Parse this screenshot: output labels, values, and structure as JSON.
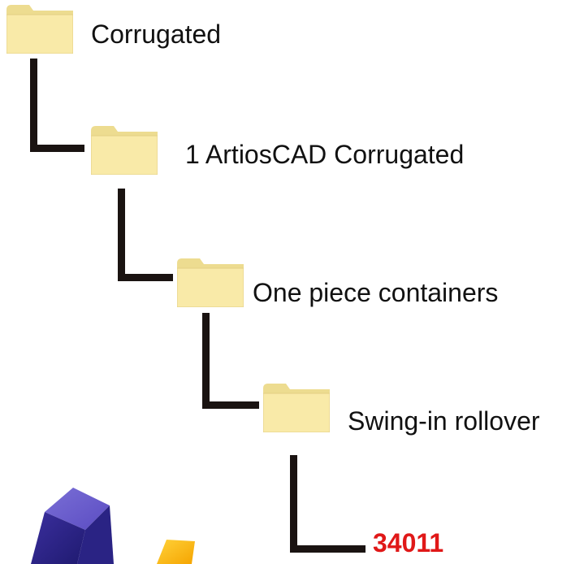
{
  "tree": {
    "nodes": [
      {
        "label": "Corrugated",
        "icon": "folder-icon"
      },
      {
        "label": "1 ArtiosCAD Corrugated",
        "icon": "folder-icon"
      },
      {
        "label": "One piece containers",
        "icon": "folder-icon"
      },
      {
        "label": "Swing-in rollover",
        "icon": "folder-icon"
      }
    ],
    "leaf": {
      "label": "34011",
      "color": "#e01818"
    }
  },
  "colors": {
    "folder_fill": "#f9eaa8",
    "folder_edge": "#d8c27a",
    "connector": "#1a1311"
  }
}
